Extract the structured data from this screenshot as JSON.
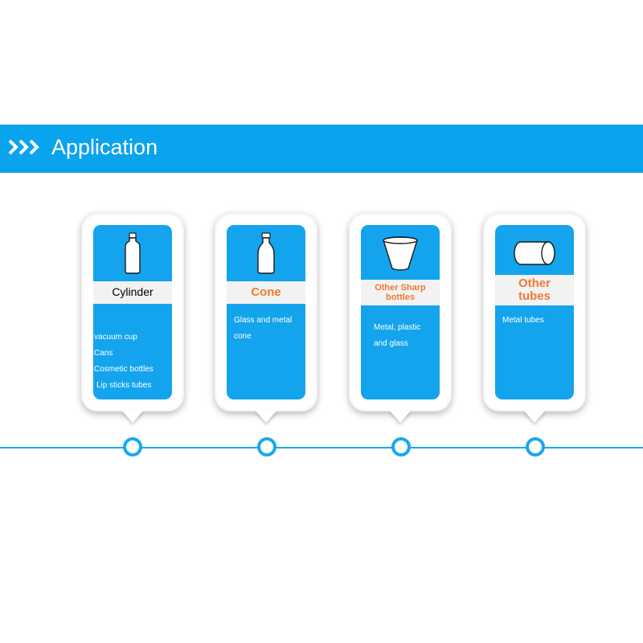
{
  "header": {
    "title": "Application",
    "background": "#0aa3ee"
  },
  "cards": [
    {
      "label": "Cylinder",
      "label_color": "#000000",
      "icon": "bottle-icon",
      "description": [
        "vacuum cup",
        "Cans",
        "Cosmetic bottles",
        "Lip sticks tubes"
      ]
    },
    {
      "label": "Cone",
      "label_color": "#f07b32",
      "icon": "milk-bottle-icon",
      "description": [
        "Glass and metal",
        "cone"
      ]
    },
    {
      "label_lines": [
        "Other Sharp",
        "bottles"
      ],
      "label_color": "#f07b32",
      "icon": "cup-icon",
      "description": [
        "Metal, plastic",
        "and glass"
      ]
    },
    {
      "label_lines": [
        "Other",
        "tubes"
      ],
      "label_color": "#f07b32",
      "icon": "tube-icon",
      "description": [
        "Metal tubes"
      ]
    }
  ],
  "colors": {
    "panel": "#14a4ee",
    "timeline": "#1aa8ef",
    "accent_orange": "#f07b32"
  }
}
